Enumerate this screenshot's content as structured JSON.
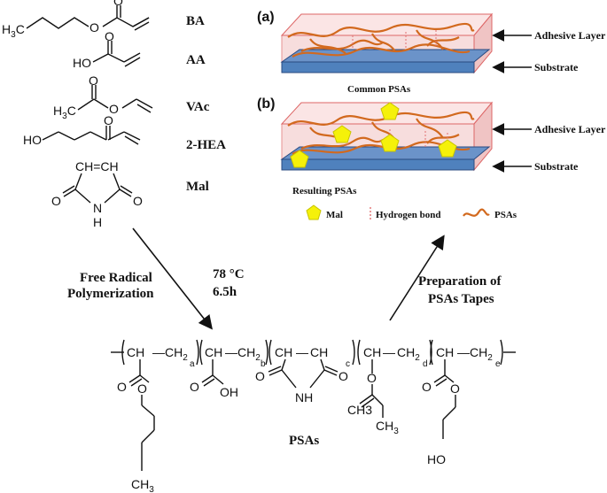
{
  "monomers": [
    {
      "abbr": "BA",
      "formula_left": "H3C"
    },
    {
      "abbr": "AA",
      "formula_left": "HO"
    },
    {
      "abbr": "VAc",
      "formula_left": "H3C"
    },
    {
      "abbr": "2-HEA",
      "formula_left": "HO"
    },
    {
      "abbr": "Mal",
      "top": "CH=CH",
      "atoms": [
        "O",
        "O",
        "N",
        "H"
      ]
    }
  ],
  "reaction": {
    "line1": "Free Radical",
    "line2": "Polymerization",
    "temp": "78 °C",
    "time": "6.5h"
  },
  "preparation": {
    "line1": "Preparation of",
    "line2": "PSAs Tapes"
  },
  "panel_a": {
    "tag": "(a)",
    "adhesive": "Adhesive Layer",
    "substrate": "Substrate",
    "caption": "Common PSAs"
  },
  "panel_b": {
    "tag": "(b)",
    "adhesive": "Adhesive Layer",
    "substrate": "Substrate",
    "caption": "Resulting PSAs"
  },
  "legend": {
    "mal": "Mal",
    "hbond": "Hydrogen bond",
    "psas": "PSAs"
  },
  "polymer": {
    "name": "PSAs",
    "subscripts": [
      "a",
      "b",
      "c",
      "d",
      "e"
    ],
    "groups": [
      "CH",
      "CH2",
      "CH",
      "CH2",
      "CH",
      "CH",
      "CH",
      "CH2",
      "CH",
      "CH2"
    ],
    "atoms": [
      "O",
      "O",
      "OH",
      "O",
      "O",
      "NH",
      "O",
      "O",
      "CH3",
      "O",
      "O",
      "HO",
      "CH3"
    ]
  },
  "colors": {
    "fiber": "#d2691e",
    "substrate": "#4f81bd",
    "box": "#f5d0d0",
    "mal": "#f5f10a"
  }
}
